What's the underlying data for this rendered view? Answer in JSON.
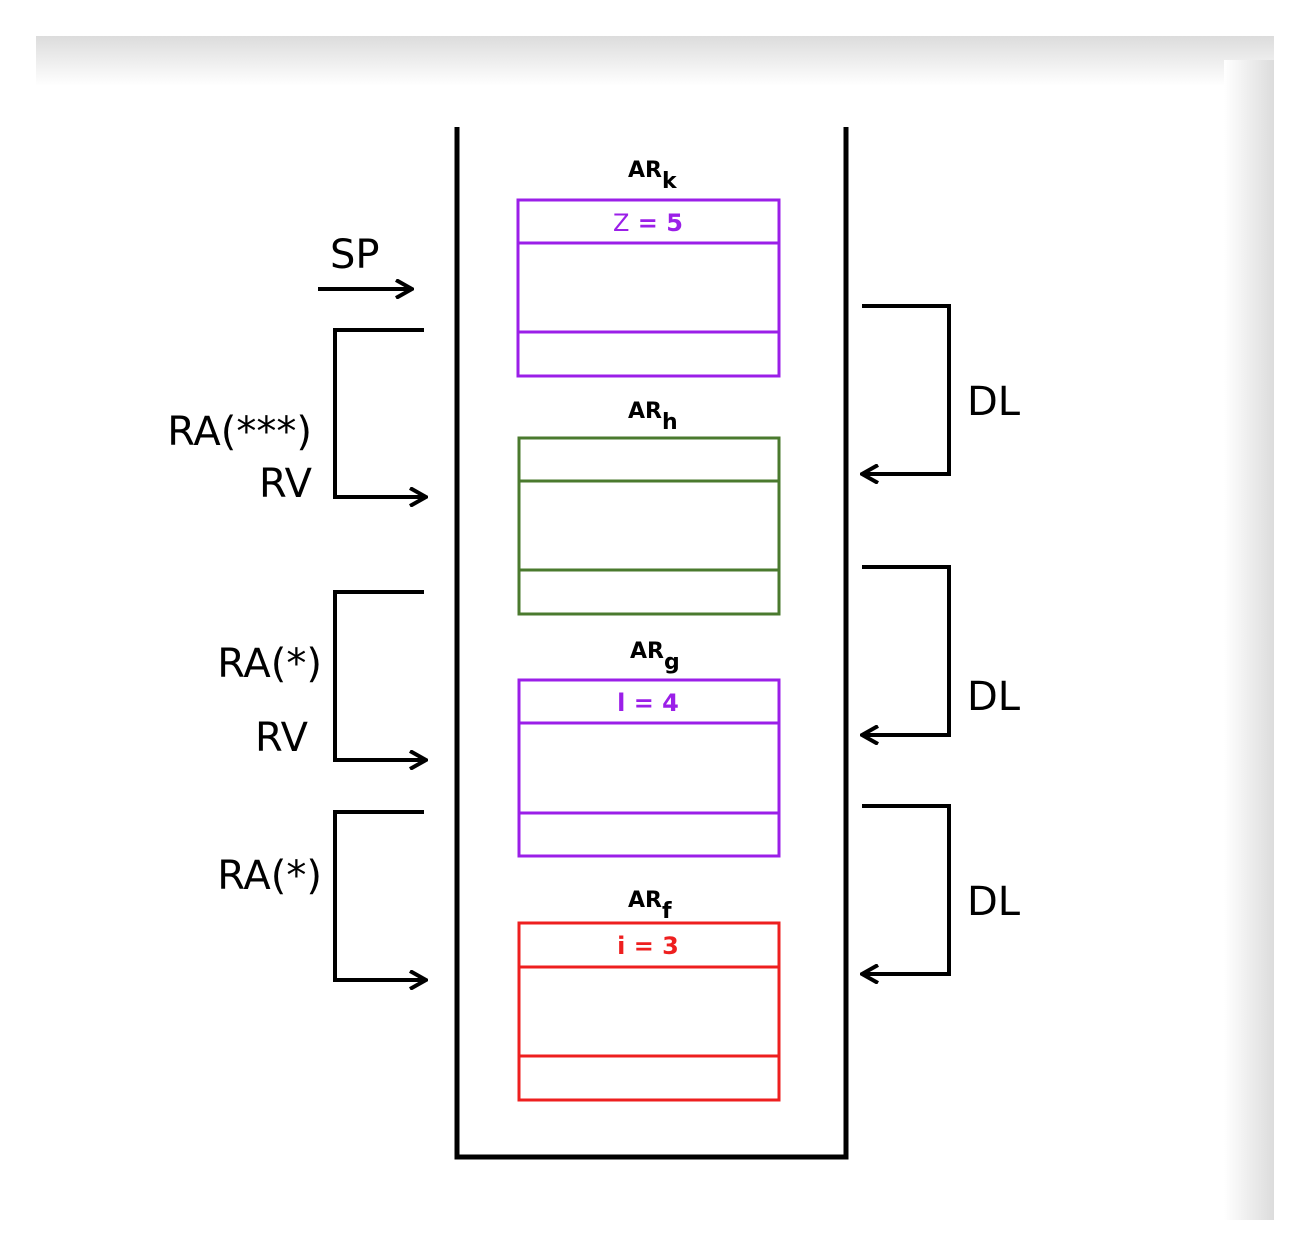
{
  "colors": {
    "purple": "#9b1fe8",
    "green": "#4a7a2e",
    "red": "#ee1f1f",
    "ink": "#000000"
  },
  "pointer": {
    "label": "SP"
  },
  "frames": [
    {
      "name": "AR",
      "sub": "k",
      "slot_var": "Z",
      "slot_rest": " = 5",
      "color": "purple"
    },
    {
      "name": "AR",
      "sub": "h",
      "slot_var": "",
      "slot_rest": "",
      "color": "green"
    },
    {
      "name": "AR",
      "sub": "g",
      "slot_var": "",
      "slot_rest": "l = 4",
      "color": "purple"
    },
    {
      "name": "AR",
      "sub": "f",
      "slot_var": "",
      "slot_rest": "i = 3",
      "color": "red"
    }
  ],
  "left_links": [
    {
      "line1": "RA(***)",
      "line2": "RV"
    },
    {
      "line1": "RA(*)",
      "line2": "RV"
    },
    {
      "line1": "RA(*)",
      "line2": ""
    }
  ],
  "right_links": [
    {
      "label": "DL"
    },
    {
      "label": "DL"
    },
    {
      "label": "DL"
    }
  ]
}
